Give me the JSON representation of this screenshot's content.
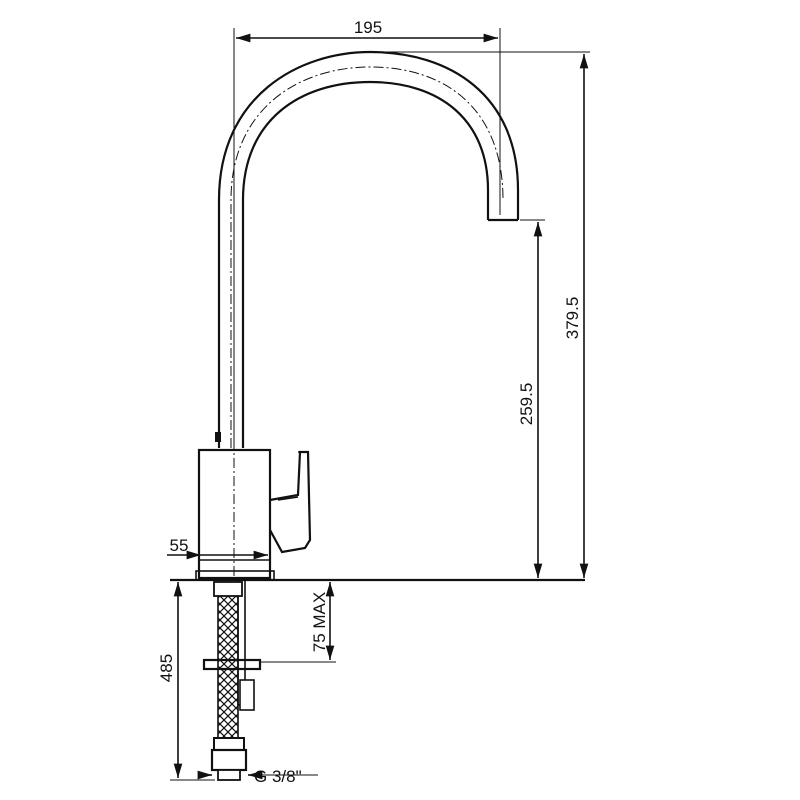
{
  "drawing": {
    "subject": "faucet-side-view",
    "dimensions": {
      "spout_reach": "195",
      "total_height": "379.5",
      "spout_height": "259.5",
      "body_diameter": "55",
      "hose_length": "485",
      "deck_thickness": "75 MAX",
      "thread": "G 3/8\""
    }
  }
}
